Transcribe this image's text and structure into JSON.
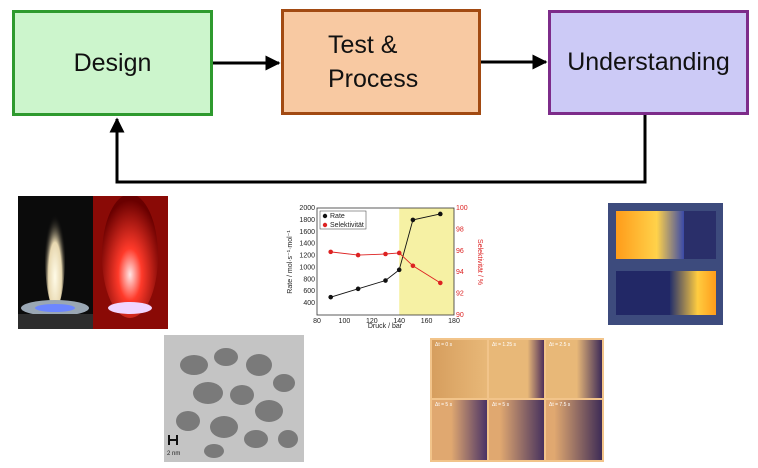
{
  "boxes": {
    "design": "Design",
    "test_line1": "Test &",
    "test_line2": "Process",
    "understanding": "Understanding"
  },
  "chart_data": {
    "type": "line",
    "xlabel": "Druck / bar",
    "ylabel": "Rate / mol·s⁻¹·mol⁻¹",
    "ylabel_right": "Selektivität / %",
    "xlim": [
      80,
      180
    ],
    "ylim": [
      200,
      2000
    ],
    "ylim_right": [
      90,
      100
    ],
    "x_ticks": [
      "80",
      "100",
      "120",
      "140",
      "160",
      "180"
    ],
    "y_ticks": [
      "400",
      "600",
      "800",
      "1000",
      "1200",
      "1400",
      "1600",
      "1800",
      "2000"
    ],
    "y_ticks_right": [
      "90",
      "92",
      "94",
      "96",
      "98",
      "100"
    ],
    "legend_placement": "top-left",
    "highlight_region": [
      140,
      180
    ],
    "series": [
      {
        "name": "Rate",
        "color": "#111111",
        "axis": "left",
        "x": [
          90,
          110,
          130,
          140,
          150,
          170
        ],
        "y": [
          500,
          640,
          780,
          960,
          1800,
          1900
        ]
      },
      {
        "name": "Selektivität",
        "color": "#dd2222",
        "axis": "right",
        "x": [
          90,
          110,
          130,
          140,
          150,
          170
        ],
        "y": [
          95.9,
          95.6,
          95.7,
          95.8,
          94.6,
          93.0
        ]
      }
    ]
  },
  "micrograph": {
    "scale_label": "2 nm"
  },
  "time_panels": [
    "Δt = 0 s",
    "Δt = 1.25 s",
    "Δt = 2.5 s",
    "Δt = 5 s",
    "Δt = 5 s",
    "Δt = 7.5 s"
  ],
  "colors": {
    "design_fill": "#ccf5cc",
    "test_fill": "#f8c9a2",
    "understanding_fill": "#cccaf6",
    "highlight": "#f5f09a"
  }
}
